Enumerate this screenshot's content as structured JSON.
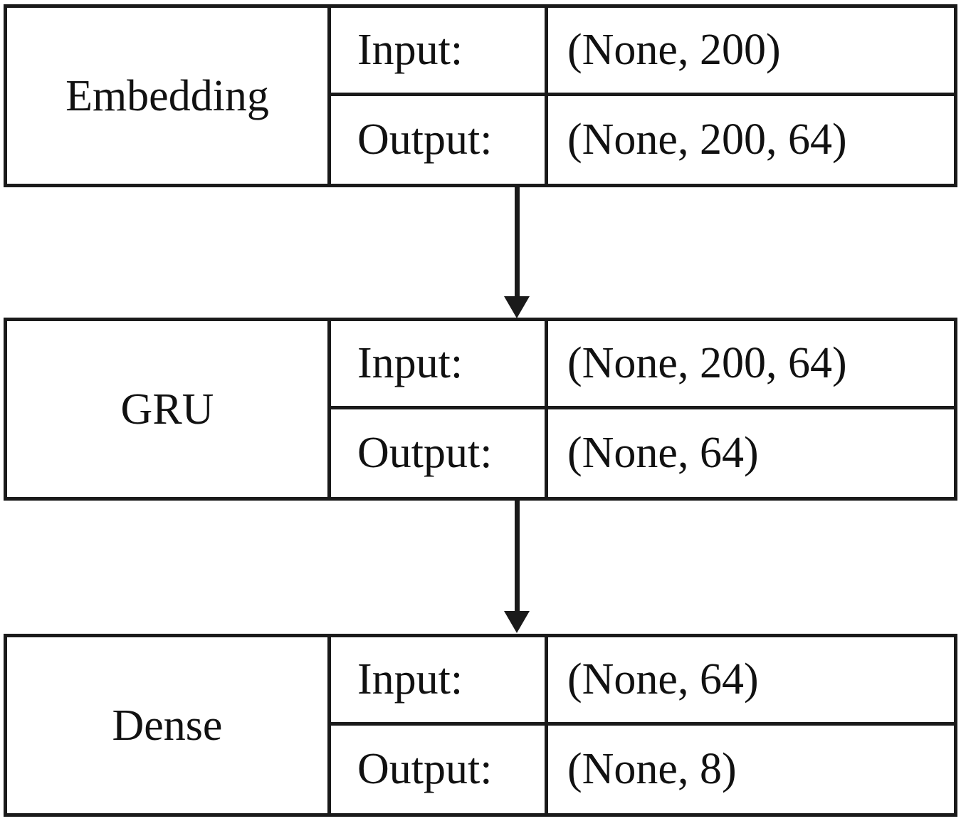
{
  "diagram": {
    "type": "neural-network-layer-flowchart",
    "colors": {
      "line": "#1a1a1a",
      "text": "#111111",
      "background": "#ffffff"
    },
    "layers": [
      {
        "name": "Embedding",
        "input_label": "Input:",
        "input_shape": "(None, 200)",
        "output_label": "Output:",
        "output_shape": "(None, 200, 64)"
      },
      {
        "name": "GRU",
        "input_label": "Input:",
        "input_shape": "(None, 200, 64)",
        "output_label": "Output:",
        "output_shape": "(None, 64)"
      },
      {
        "name": "Dense",
        "input_label": "Input:",
        "input_shape": "(None, 64)",
        "output_label": "Output:",
        "output_shape": "(None, 8)"
      }
    ],
    "connections": [
      {
        "from": "Embedding",
        "to": "GRU"
      },
      {
        "from": "GRU",
        "to": "Dense"
      }
    ]
  }
}
